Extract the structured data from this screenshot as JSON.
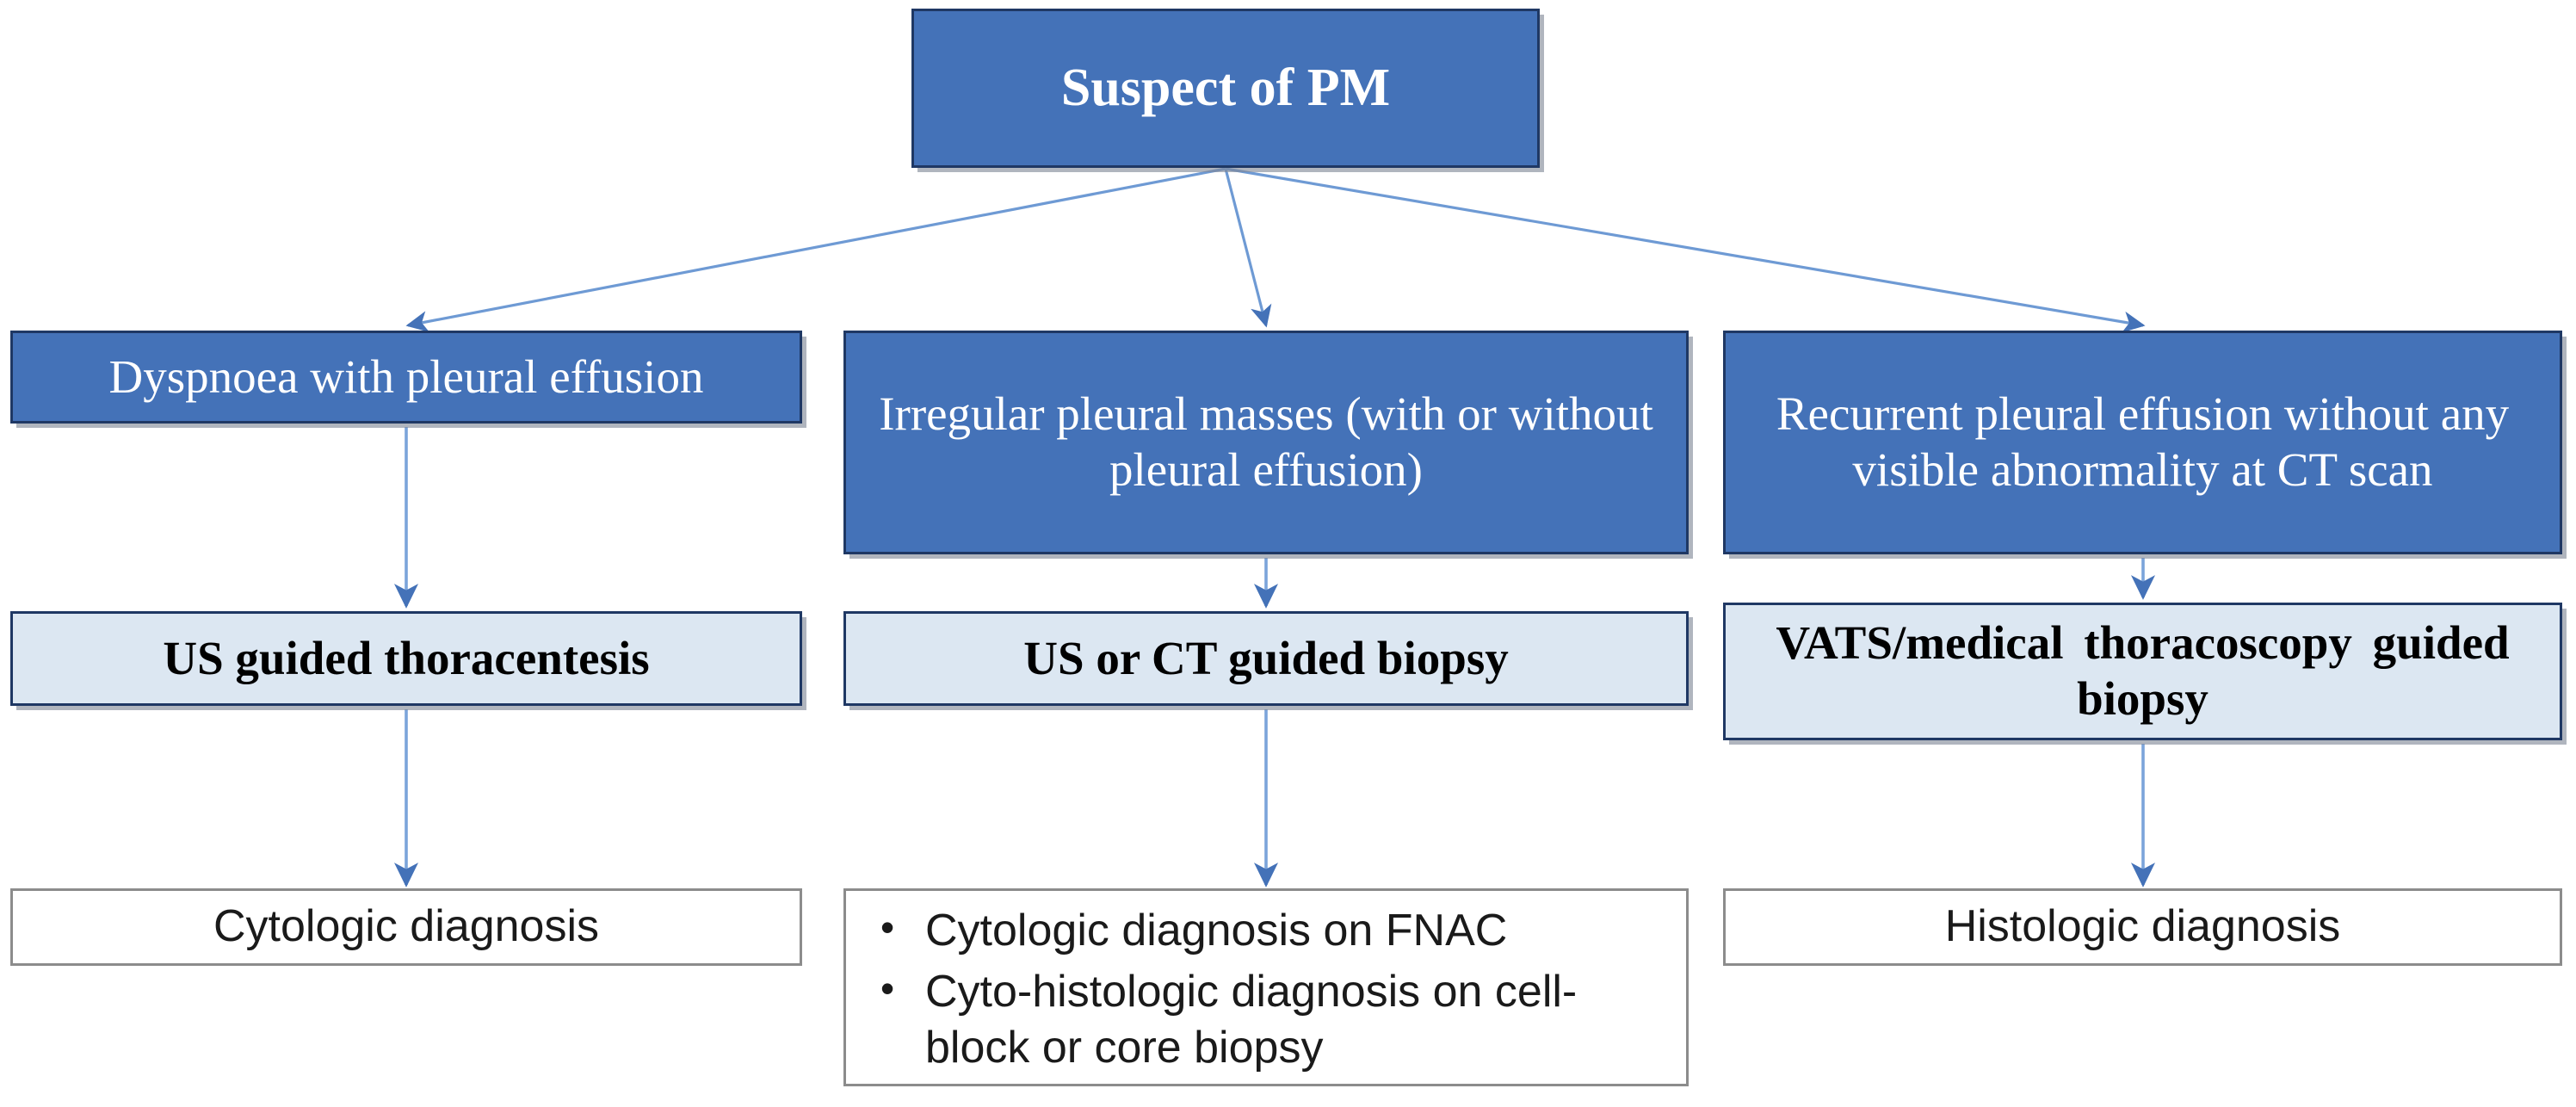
{
  "diagram": {
    "title": "Suspect of PM diagnostic pathway",
    "colors": {
      "primary_blue": "#4472B8",
      "border_navy": "#1F3864",
      "light_blue": "#DCE7F2",
      "white_box_border": "#8C8C8C",
      "arrow_blue": "#5B8CCB",
      "shadow_grey": "#80889699"
    },
    "root": {
      "label": "Suspect of PM"
    },
    "columns": [
      {
        "id": "column-left",
        "branch": {
          "label": "Dyspnoea with pleural effusion"
        },
        "procedure": {
          "label": "US guided thoracentesis"
        },
        "outcome": {
          "label": "Cytologic diagnosis",
          "bullets": []
        }
      },
      {
        "id": "column-middle",
        "branch": {
          "label": "Irregular pleural masses (with or without pleural effusion)"
        },
        "procedure": {
          "label": "US or CT guided biopsy"
        },
        "outcome": {
          "label": "",
          "bullets": [
            "Cytologic diagnosis on FNAC",
            "Cyto-histologic diagnosis on cell-block or core biopsy"
          ]
        }
      },
      {
        "id": "column-right",
        "branch": {
          "label": "Recurrent pleural effusion without any visible abnormality at CT scan"
        },
        "procedure": {
          "label": "VATS/medical thoracoscopy guided biopsy"
        },
        "outcome": {
          "label": "Histologic diagnosis",
          "bullets": []
        }
      }
    ],
    "bullet_glyph": "•"
  }
}
